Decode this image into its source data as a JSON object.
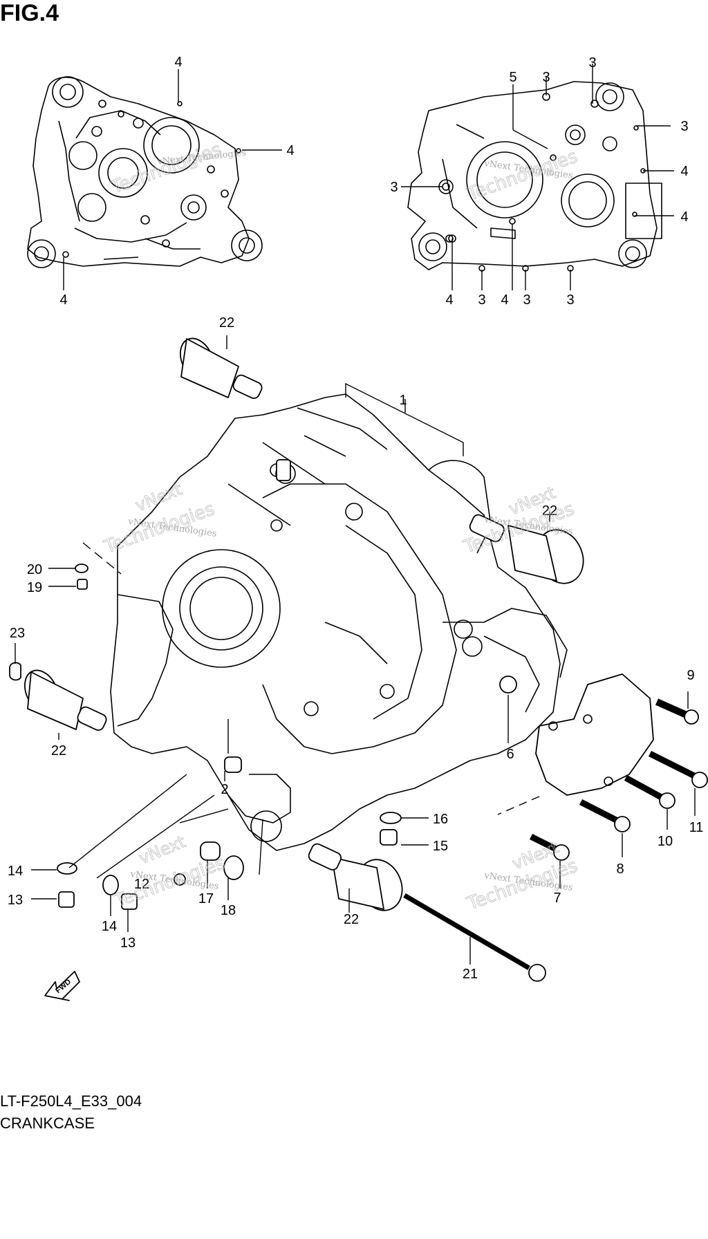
{
  "figure_title": "FIG.4",
  "diagram_code": "LT-F250L4_E33_004",
  "caption": "CRANKCASE",
  "fwd_label": "FWD",
  "watermark": {
    "line1": "vNext Technologies",
    "big1": "vNext",
    "big2": "Technologies"
  },
  "callouts": {
    "c1": "1",
    "c2": "2",
    "c6": "6",
    "c7": "7",
    "c8": "8",
    "c9": "9",
    "c10": "10",
    "c11": "11",
    "c12": "12",
    "c13a": "13",
    "c13b": "13",
    "c14a": "14",
    "c14b": "14",
    "c15": "15",
    "c16": "16",
    "c17": "17",
    "c18": "18",
    "c19": "19",
    "c20": "20",
    "c21": "21",
    "c22a": "22",
    "c22b": "22",
    "c22c": "22",
    "c22d": "22",
    "c23": "23",
    "left_4_top": "4",
    "left_4_right": "4",
    "left_4_bottom": "4",
    "right_5": "5",
    "right_3_top1": "3",
    "right_3_top2": "3",
    "right_3_right": "3",
    "right_3_left": "3",
    "right_4_r1": "4",
    "right_4_r2": "4",
    "right_b_4a": "4",
    "right_b_3a": "3",
    "right_b_4b": "4",
    "right_b_3b": "3",
    "right_b_3c": "3"
  }
}
